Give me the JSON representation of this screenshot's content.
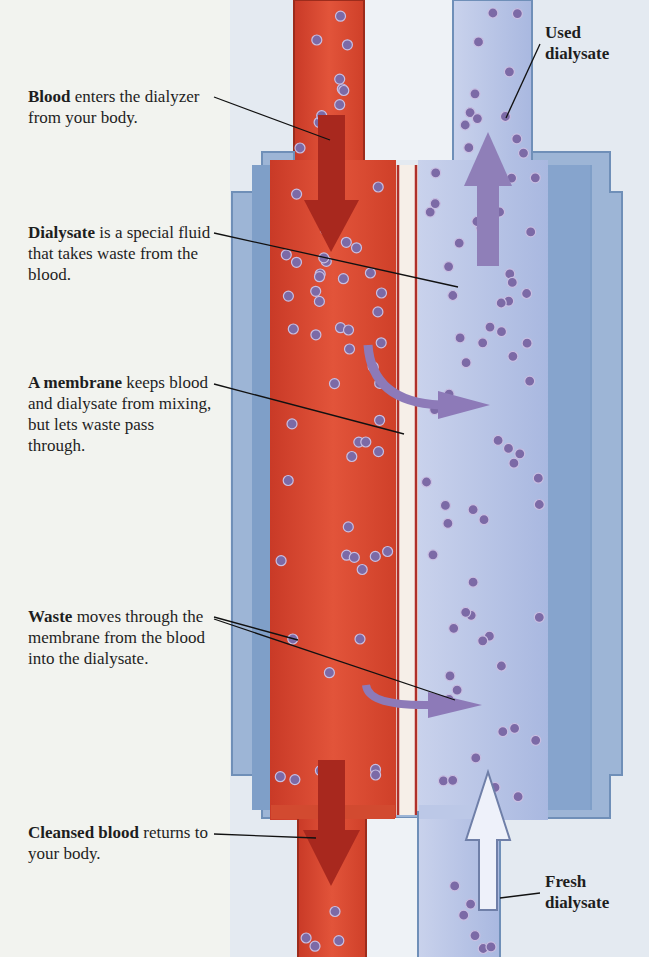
{
  "diagram": {
    "labels": [
      "Blood enters the dialyzer from your body.",
      "Dialysate is a special fluid that takes waste from the blood.",
      "A membrane keeps blood and dialysate from mixing, but lets waste pass through.",
      "Waste moves through the membrane from the blood into the dialysate.",
      "Cleansed blood returns to your body.",
      "Used dialysate",
      "Fresh dialysate"
    ]
  }
}
